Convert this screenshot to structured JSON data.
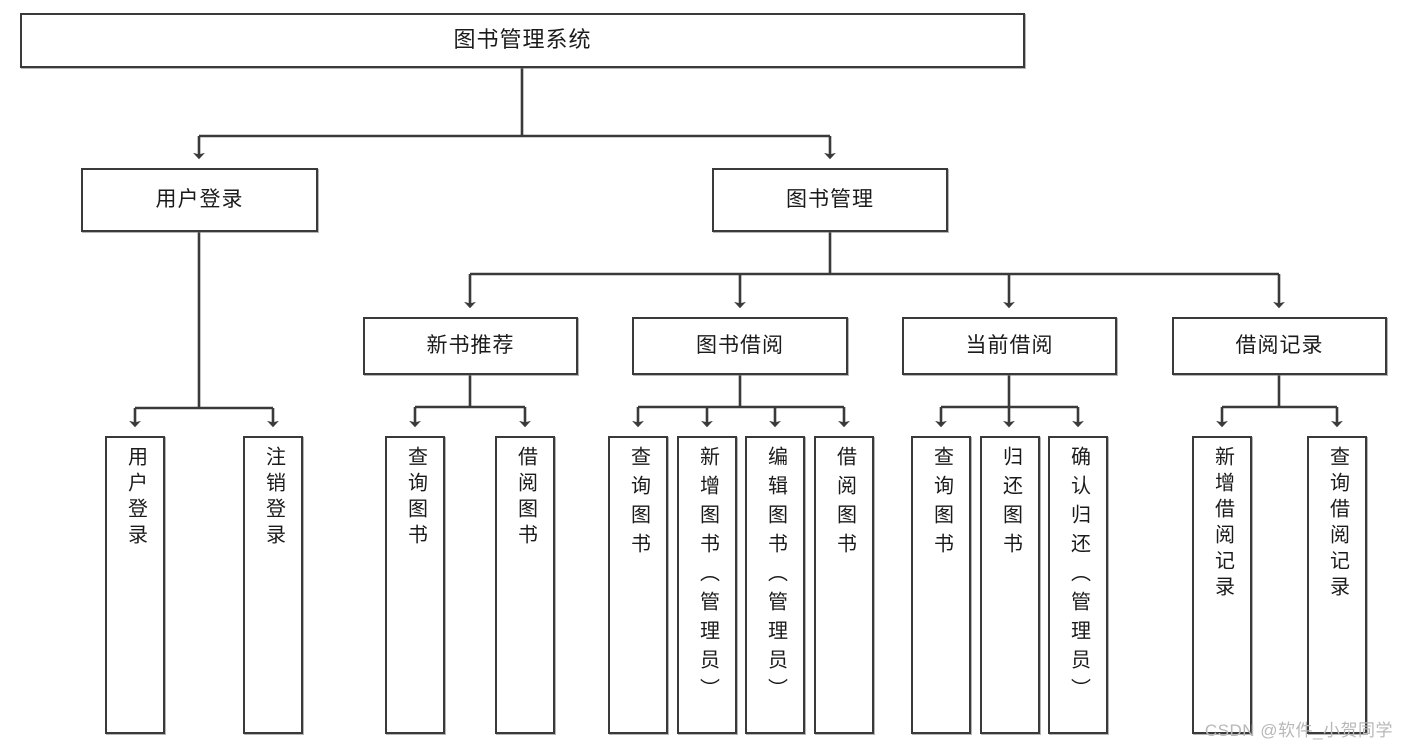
{
  "diagram": {
    "title": "图书管理系统",
    "type": "hierarchy-tree",
    "stroke_color": "#3a3a3a",
    "fill_color": "#ffffff",
    "text_color": "#1b1b1b",
    "root": {
      "label": "图书管理系统"
    },
    "level2": [
      {
        "label": "用户登录"
      },
      {
        "label": "图书管理"
      }
    ],
    "level3": [
      {
        "label": "新书推荐"
      },
      {
        "label": "图书借阅"
      },
      {
        "label": "当前借阅"
      },
      {
        "label": "借阅记录"
      }
    ],
    "leaves": {
      "user_login": [
        {
          "label": "用户登录"
        },
        {
          "label": "注销登录"
        }
      ],
      "new_book_rec": [
        {
          "label": "查询图书"
        },
        {
          "label": "借阅图书"
        }
      ],
      "book_borrow": [
        {
          "label": "查询图书"
        },
        {
          "label": "新增图书（管理员）"
        },
        {
          "label": "编辑图书（管理员）"
        },
        {
          "label": "借阅图书"
        }
      ],
      "current_borrow": [
        {
          "label": "查询图书"
        },
        {
          "label": "归还图书"
        },
        {
          "label": "确认归还（管理员）"
        }
      ],
      "borrow_record": [
        {
          "label": "新增借阅记录"
        },
        {
          "label": "查询借阅记录"
        }
      ]
    }
  },
  "watermark": {
    "text": "CSDN @软件_小贺同学"
  }
}
